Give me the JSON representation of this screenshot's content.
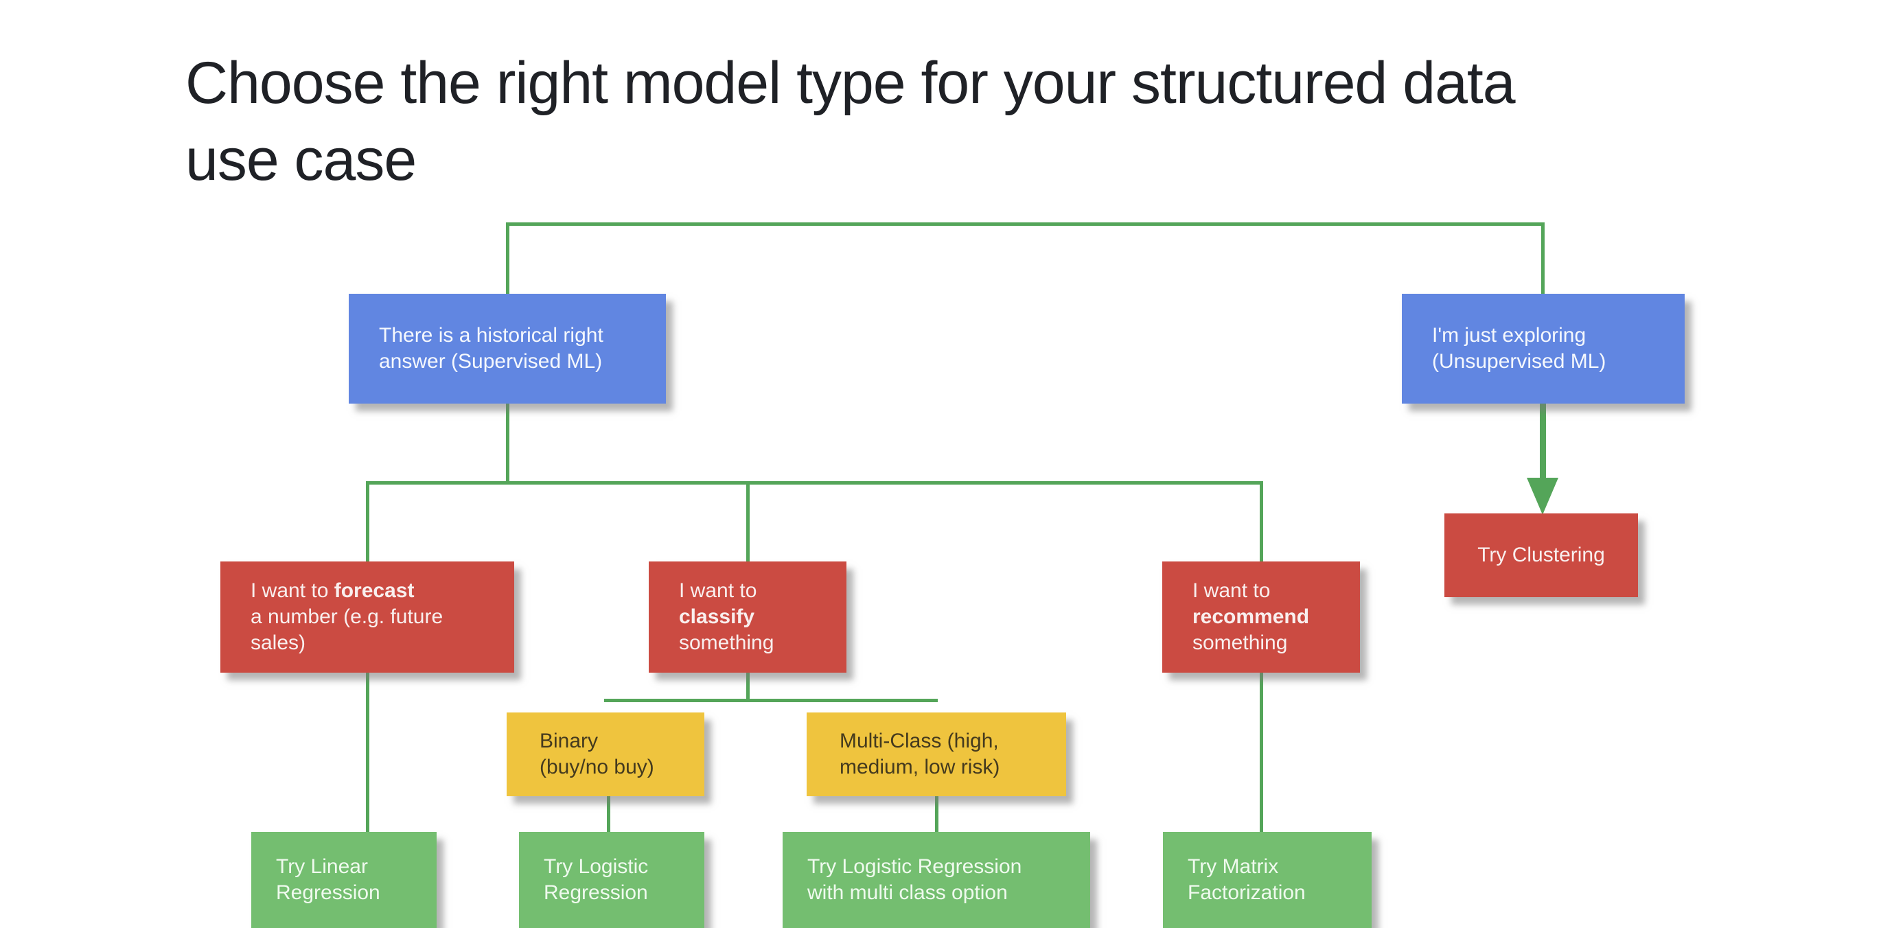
{
  "title": "Choose the right model type for your structured data\nuse case",
  "colors": {
    "node_blue": "#6186E1",
    "node_red": "#CB4B42",
    "node_yellow": "#EFC43E",
    "node_green": "#74BE70",
    "connector_green": "#54A559",
    "title_text": "#1F2126"
  },
  "nodes": {
    "supervised": {
      "text": "There is a historical right\nanswer (Supervised ML)"
    },
    "unsupervised": {
      "text": "I'm just exploring\n(Unsupervised ML)"
    },
    "forecast": {
      "pre": "I want to ",
      "em": "forecast",
      "post": "\na number (e.g. future\nsales)"
    },
    "classify": {
      "pre": "I want to\n",
      "em": "classify",
      "post": "\nsomething"
    },
    "recommend": {
      "pre": "I want to\n",
      "em": "recommend",
      "post": "\nsomething"
    },
    "clustering": {
      "text": "Try Clustering"
    },
    "binary": {
      "text": "Binary\n(buy/no buy)"
    },
    "multiclass": {
      "text": "Multi-Class (high,\nmedium, low risk)"
    },
    "linear": {
      "text": "Try Linear\nRegression"
    },
    "logistic": {
      "text": "Try Logistic\nRegression"
    },
    "logistic_multi": {
      "text": "Try Logistic Regression\nwith multi class option"
    },
    "matrix": {
      "text": "Try Matrix\nFactorization"
    }
  }
}
